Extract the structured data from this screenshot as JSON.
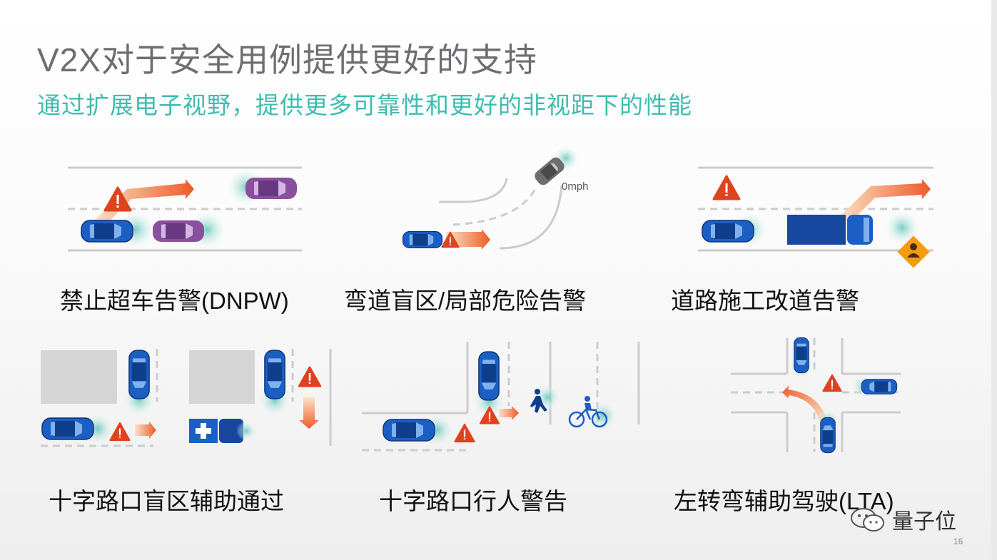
{
  "slide": {
    "title": "V2X对于安全用例提供更好的支持",
    "subtitle": "通过扩展电子视野，提供更多可靠性和更好的非视距下的性能",
    "page_number": "16"
  },
  "use_cases": [
    {
      "caption": "禁止超车告警(DNPW)"
    },
    {
      "caption": "弯道盲区/局部危险告警",
      "speed_label": "0mph"
    },
    {
      "caption": "道路施工改道告警"
    },
    {
      "caption": "十字路口盲区辅助通过"
    },
    {
      "caption": "十字路口行人警告"
    },
    {
      "caption": "左转弯辅助驾驶(LTA)"
    }
  ],
  "watermark": {
    "text": "量子位"
  },
  "colors": {
    "title": "#6d6e71",
    "subtitle": "#3fbcb0",
    "car_blue": "#1b5fc4",
    "car_purple": "#8a4f9e",
    "warning_red": "#e0421e",
    "arrow_orange": "#ee6a2c",
    "halo_teal": "#4bbfb2",
    "road_line": "#cccccc"
  }
}
